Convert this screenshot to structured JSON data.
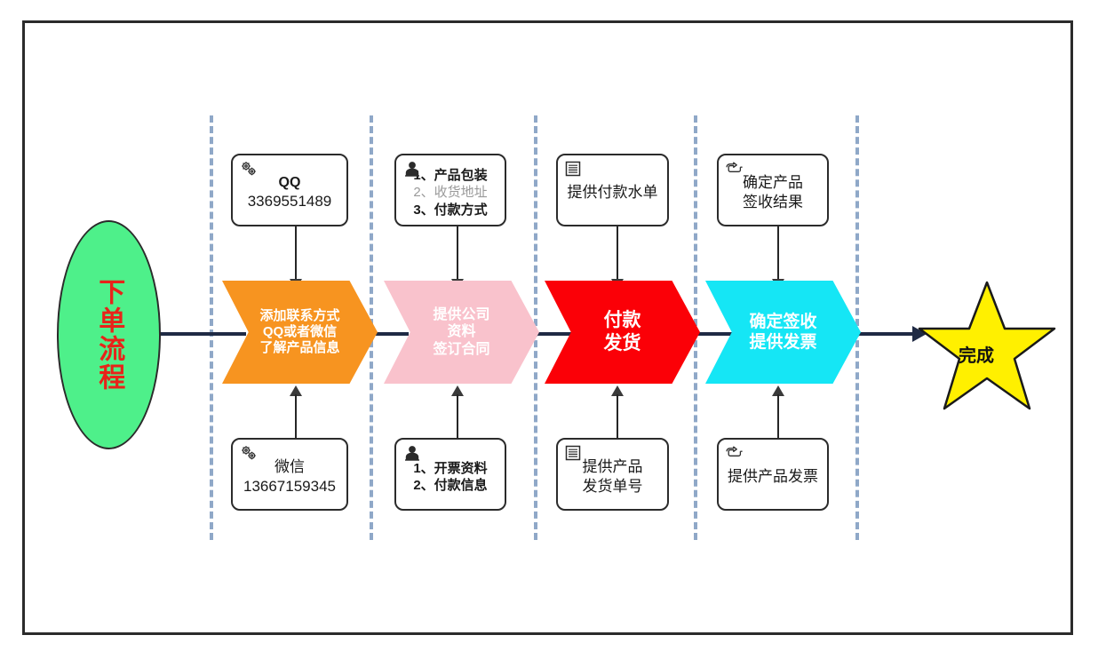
{
  "diagram": {
    "title": "下单流程",
    "start": {
      "label": "下单流程",
      "shape": "ellipse",
      "fill": "#4ef08a",
      "text_color": "#e8231a"
    },
    "end": {
      "label": "完成",
      "shape": "star",
      "fill": "#fff000",
      "text_color": "#111111"
    },
    "colors": {
      "lane_divider": "#8fa8c8",
      "spine": "#1f2a44",
      "frame_border": "#2b2b2b",
      "stage1": "#f79420",
      "stage2": "#f9c2cc",
      "stage3": "#fb0007",
      "stage4": "#15e6f5"
    },
    "stages": [
      {
        "id": "stage-1",
        "fill": "#f79420",
        "text_color": "#ffffff",
        "lines": [
          "添加联系方式",
          "QQ或者微信",
          "了解产品信息"
        ],
        "top_note": {
          "icon": "gears-icon",
          "lines": [
            {
              "text": "QQ",
              "style": "bold"
            },
            {
              "text": "3369551489",
              "style": "large"
            }
          ]
        },
        "bottom_note": {
          "icon": "gears-icon",
          "lines": [
            {
              "text": "微信",
              "style": "large"
            },
            {
              "text": "13667159345",
              "style": "large"
            }
          ]
        }
      },
      {
        "id": "stage-2",
        "fill": "#f9c2cc",
        "text_color": "#ffffff",
        "lines": [
          "提供公司",
          "资料",
          "签订合同"
        ],
        "top_note": {
          "icon": "person-icon",
          "lines": [
            {
              "text": "1、产品包装",
              "style": "bold"
            },
            {
              "text": "2、收货地址",
              "style": "gray"
            },
            {
              "text": "3、付款方式",
              "style": "bold"
            }
          ]
        },
        "bottom_note": {
          "icon": "person-icon",
          "lines": [
            {
              "text": "1、开票资料",
              "style": "bold"
            },
            {
              "text": "2、付款信息",
              "style": "bold"
            }
          ]
        }
      },
      {
        "id": "stage-3",
        "fill": "#fb0007",
        "text_color": "#ffffff",
        "lines": [
          "付款",
          "发货"
        ],
        "top_note": {
          "icon": "document-lines-icon",
          "lines": [
            {
              "text": "提供付款水单",
              "style": "normal"
            }
          ]
        },
        "bottom_note": {
          "icon": "document-lines-icon",
          "lines": [
            {
              "text": "提供产品",
              "style": "normal"
            },
            {
              "text": "发货单号",
              "style": "normal"
            }
          ]
        }
      },
      {
        "id": "stage-4",
        "fill": "#15e6f5",
        "text_color": "#ffffff",
        "lines": [
          "确定签收",
          "提供发票"
        ],
        "top_note": {
          "icon": "pointing-hand-icon",
          "lines": [
            {
              "text": "确定产品",
              "style": "normal"
            },
            {
              "text": "签收结果",
              "style": "normal"
            }
          ]
        },
        "bottom_note": {
          "icon": "pointing-hand-icon",
          "lines": [
            {
              "text": "提供产品发票",
              "style": "normal"
            }
          ]
        }
      }
    ]
  }
}
